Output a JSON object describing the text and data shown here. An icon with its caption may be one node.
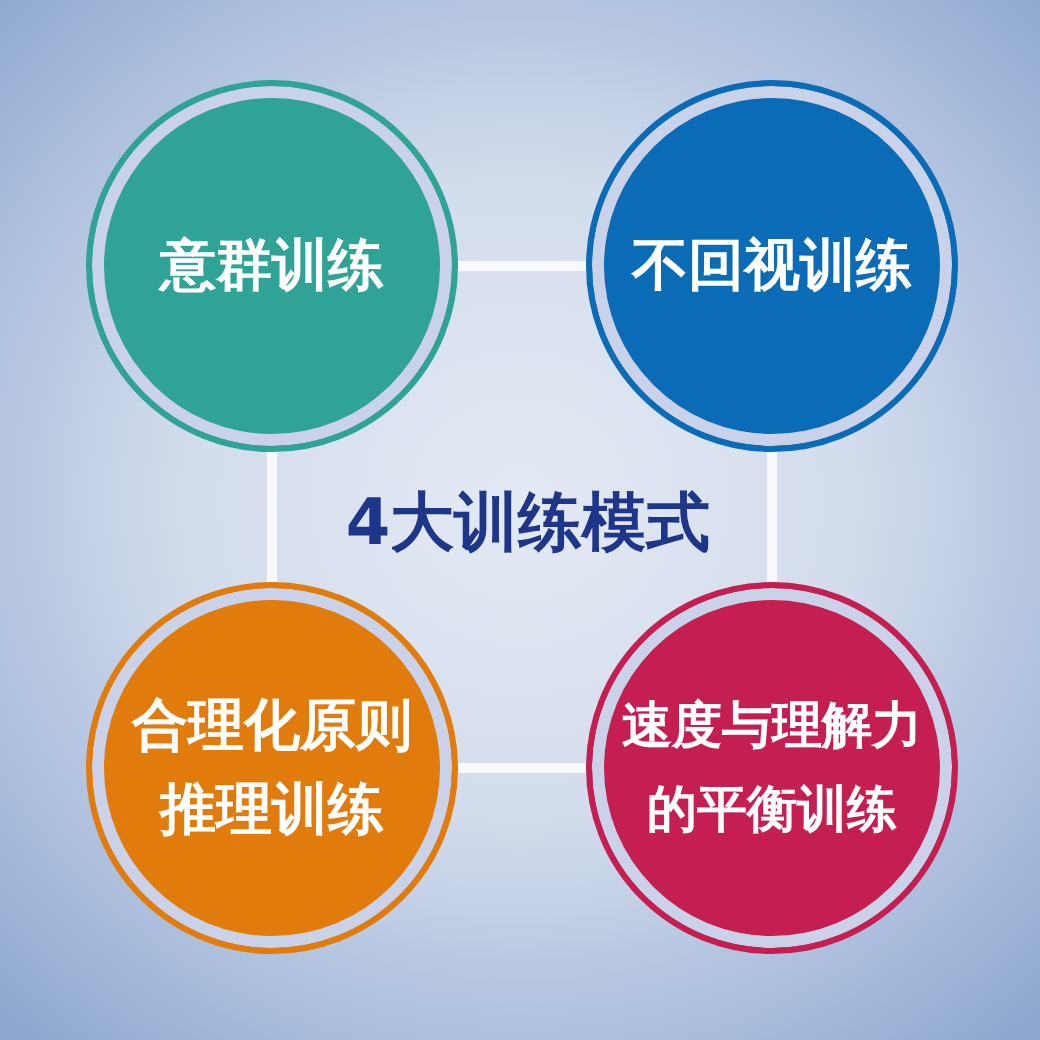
{
  "diagram": {
    "title": "4大训练模式",
    "nodes": [
      {
        "text": [
          "意群训练"
        ]
      },
      {
        "text": [
          "不回视训练"
        ]
      },
      {
        "text": [
          "合理化原则推理训练"
        ]
      },
      {
        "text": [
          "速度与理解力的平衡训练"
        ]
      }
    ],
    "edges": [
      {
        "from": 0,
        "to": 1,
        "arrow": "none"
      },
      {
        "from": 0,
        "to": 2,
        "arrow": "none"
      },
      {
        "from": 1,
        "to": 3,
        "arrow": "none"
      },
      {
        "from": 2,
        "to": 3,
        "arrow": "none"
      }
    ]
  }
}
